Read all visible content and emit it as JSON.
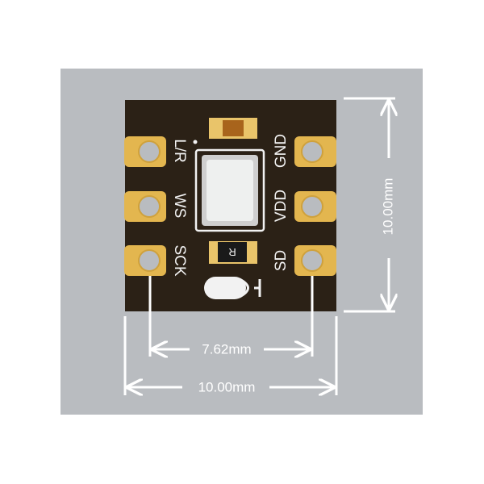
{
  "diagram": {
    "pins_left": [
      {
        "label": "L/R"
      },
      {
        "label": "WS"
      },
      {
        "label": "SCK"
      }
    ],
    "pins_right": [
      {
        "label": "GND"
      },
      {
        "label": "VDD"
      },
      {
        "label": "SD"
      }
    ],
    "resistor_label": "R",
    "dimensions": {
      "height": "10.00mm",
      "pin_pitch": "7.62mm",
      "width": "10.00mm"
    }
  },
  "colors": {
    "background": "#b9bcc0",
    "board": "#2b2116",
    "pad": "#e3b64f",
    "silkscreen": "#f2f2f2",
    "dimension": "#ffffff"
  }
}
